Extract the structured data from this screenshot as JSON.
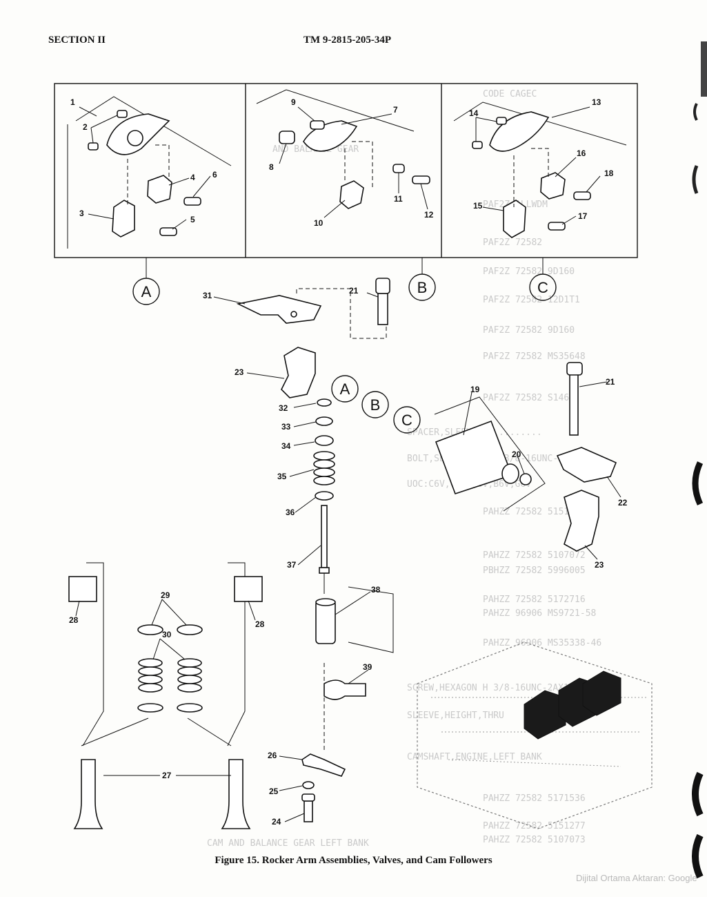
{
  "header": {
    "section": "SECTION II",
    "tm": "TM 9-2815-205-34P"
  },
  "figure": {
    "caption": "Figure 15.  Rocker Arm Assemblies, Valves, and Cam Followers",
    "detail_views": [
      "A",
      "B",
      "C"
    ],
    "callouts": {
      "c1": "1",
      "c2": "2",
      "c3": "3",
      "c4": "4",
      "c5": "5",
      "c6": "6",
      "c7": "7",
      "c8": "8",
      "c9": "9",
      "c10": "10",
      "c11": "11",
      "c12": "12",
      "c13": "13",
      "c14": "14",
      "c15": "15",
      "c16": "16",
      "c17": "17",
      "c18": "18",
      "c19": "19",
      "c20": "20",
      "c21": "21",
      "c21b": "21",
      "c22": "22",
      "c23": "23",
      "c23b": "23",
      "c24": "24",
      "c25": "25",
      "c26": "26",
      "c27": "27",
      "c28": "28",
      "c28b": "28",
      "c29": "29",
      "c30": "30",
      "c31": "31",
      "c32": "32",
      "c33": "33",
      "c34": "34",
      "c35": "35",
      "c36": "36",
      "c37": "37",
      "c38": "38",
      "c39": "39"
    }
  },
  "watermark": "Dijital Ortama Aktaran: Google"
}
